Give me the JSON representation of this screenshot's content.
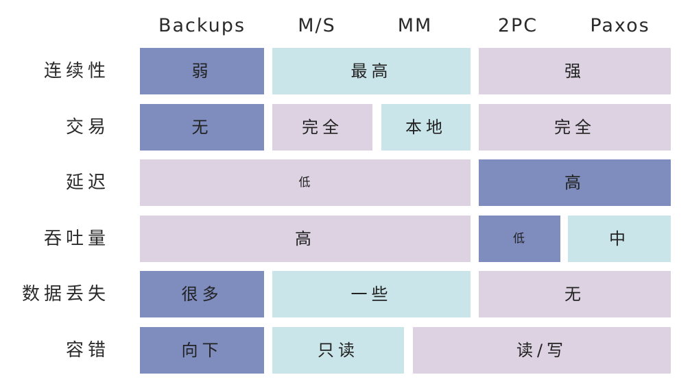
{
  "columns": [
    "Backups",
    "M/S",
    "MM",
    "2PC",
    "Paxos"
  ],
  "rows": [
    {
      "label": "连续性",
      "cells": [
        "弱",
        "最高",
        "强"
      ]
    },
    {
      "label": "交易",
      "cells": [
        "无",
        "完全",
        "本地",
        "完全"
      ]
    },
    {
      "label": "延迟",
      "cells": [
        "低",
        "高"
      ]
    },
    {
      "label": "吞吐量",
      "cells": [
        "高",
        "低",
        "中"
      ]
    },
    {
      "label": "数据丢失",
      "cells": [
        "很多",
        "一些",
        "无"
      ]
    },
    {
      "label": "容错",
      "cells": [
        "向下",
        "只读",
        "读/写"
      ]
    }
  ],
  "colors": {
    "blue": "#7e8cbe",
    "cyan": "#c9e5ea",
    "purple": "#ddd2e2"
  }
}
